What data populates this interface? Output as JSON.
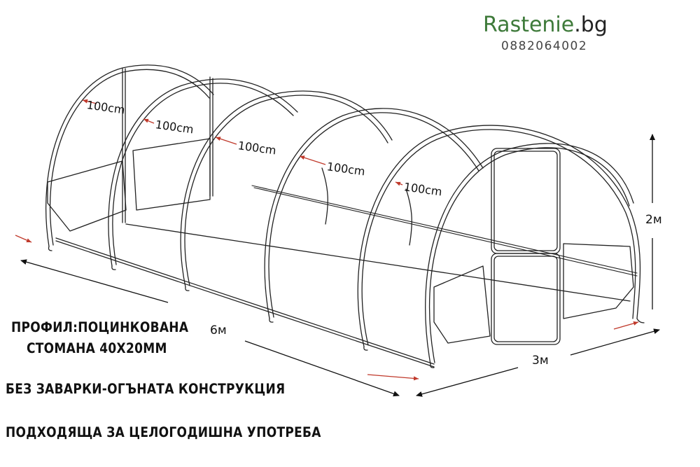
{
  "brand": {
    "name_green": "Rastenie",
    "name_dark": ".bg",
    "phone": "0882064002",
    "accent_color": "#3e7a3a"
  },
  "diagram": {
    "subject": "tunnel greenhouse frame",
    "arch_spacing_labels": [
      "100cm",
      "100cm",
      "100cm",
      "100cm",
      "100cm"
    ],
    "dimensions": {
      "length": "6м",
      "width": "3м",
      "height": "2м"
    },
    "marker_color": "#c0392b"
  },
  "notes": {
    "line1": "ПРОФИЛ:ПОЦИНКОВАНА",
    "line2": "СТОМАНА 40Х20ММ",
    "line3": "БЕЗ ЗАВАРКИ-ОГЪНАТА КОНСТРУКЦИЯ",
    "line4": "ПОДХОДЯЩА ЗА ЦЕЛОГОДИШНА УПОТРЕБА"
  }
}
